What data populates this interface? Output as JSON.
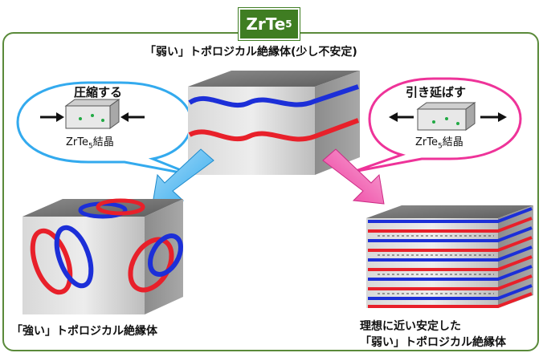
{
  "title": {
    "main": "ZrTe",
    "sub": "5"
  },
  "top_caption": "「弱い」トポロジカル絶縁体(少し不安定)",
  "left_bubble": {
    "action": "圧縮する",
    "crystal": "ZrTe",
    "crystal_sub": "5",
    "crystal_suffix": "結晶"
  },
  "right_bubble": {
    "action": "引き延ばす",
    "crystal": "ZrTe",
    "crystal_sub": "5",
    "crystal_suffix": "結晶"
  },
  "left_caption": "「強い」トポロジカル絶縁体",
  "right_caption_line1": "理想に近い安定した",
  "right_caption_line2": "「弱い」トポロジカル絶縁体",
  "colors": {
    "frame": "#5a8a3a",
    "badge": "#3f7d22",
    "left_bubble": "#33aaee",
    "right_bubble": "#ee3399",
    "edge_red": "#e8202a",
    "edge_blue": "#1c2fd8",
    "cube": "#9a9a9a"
  }
}
